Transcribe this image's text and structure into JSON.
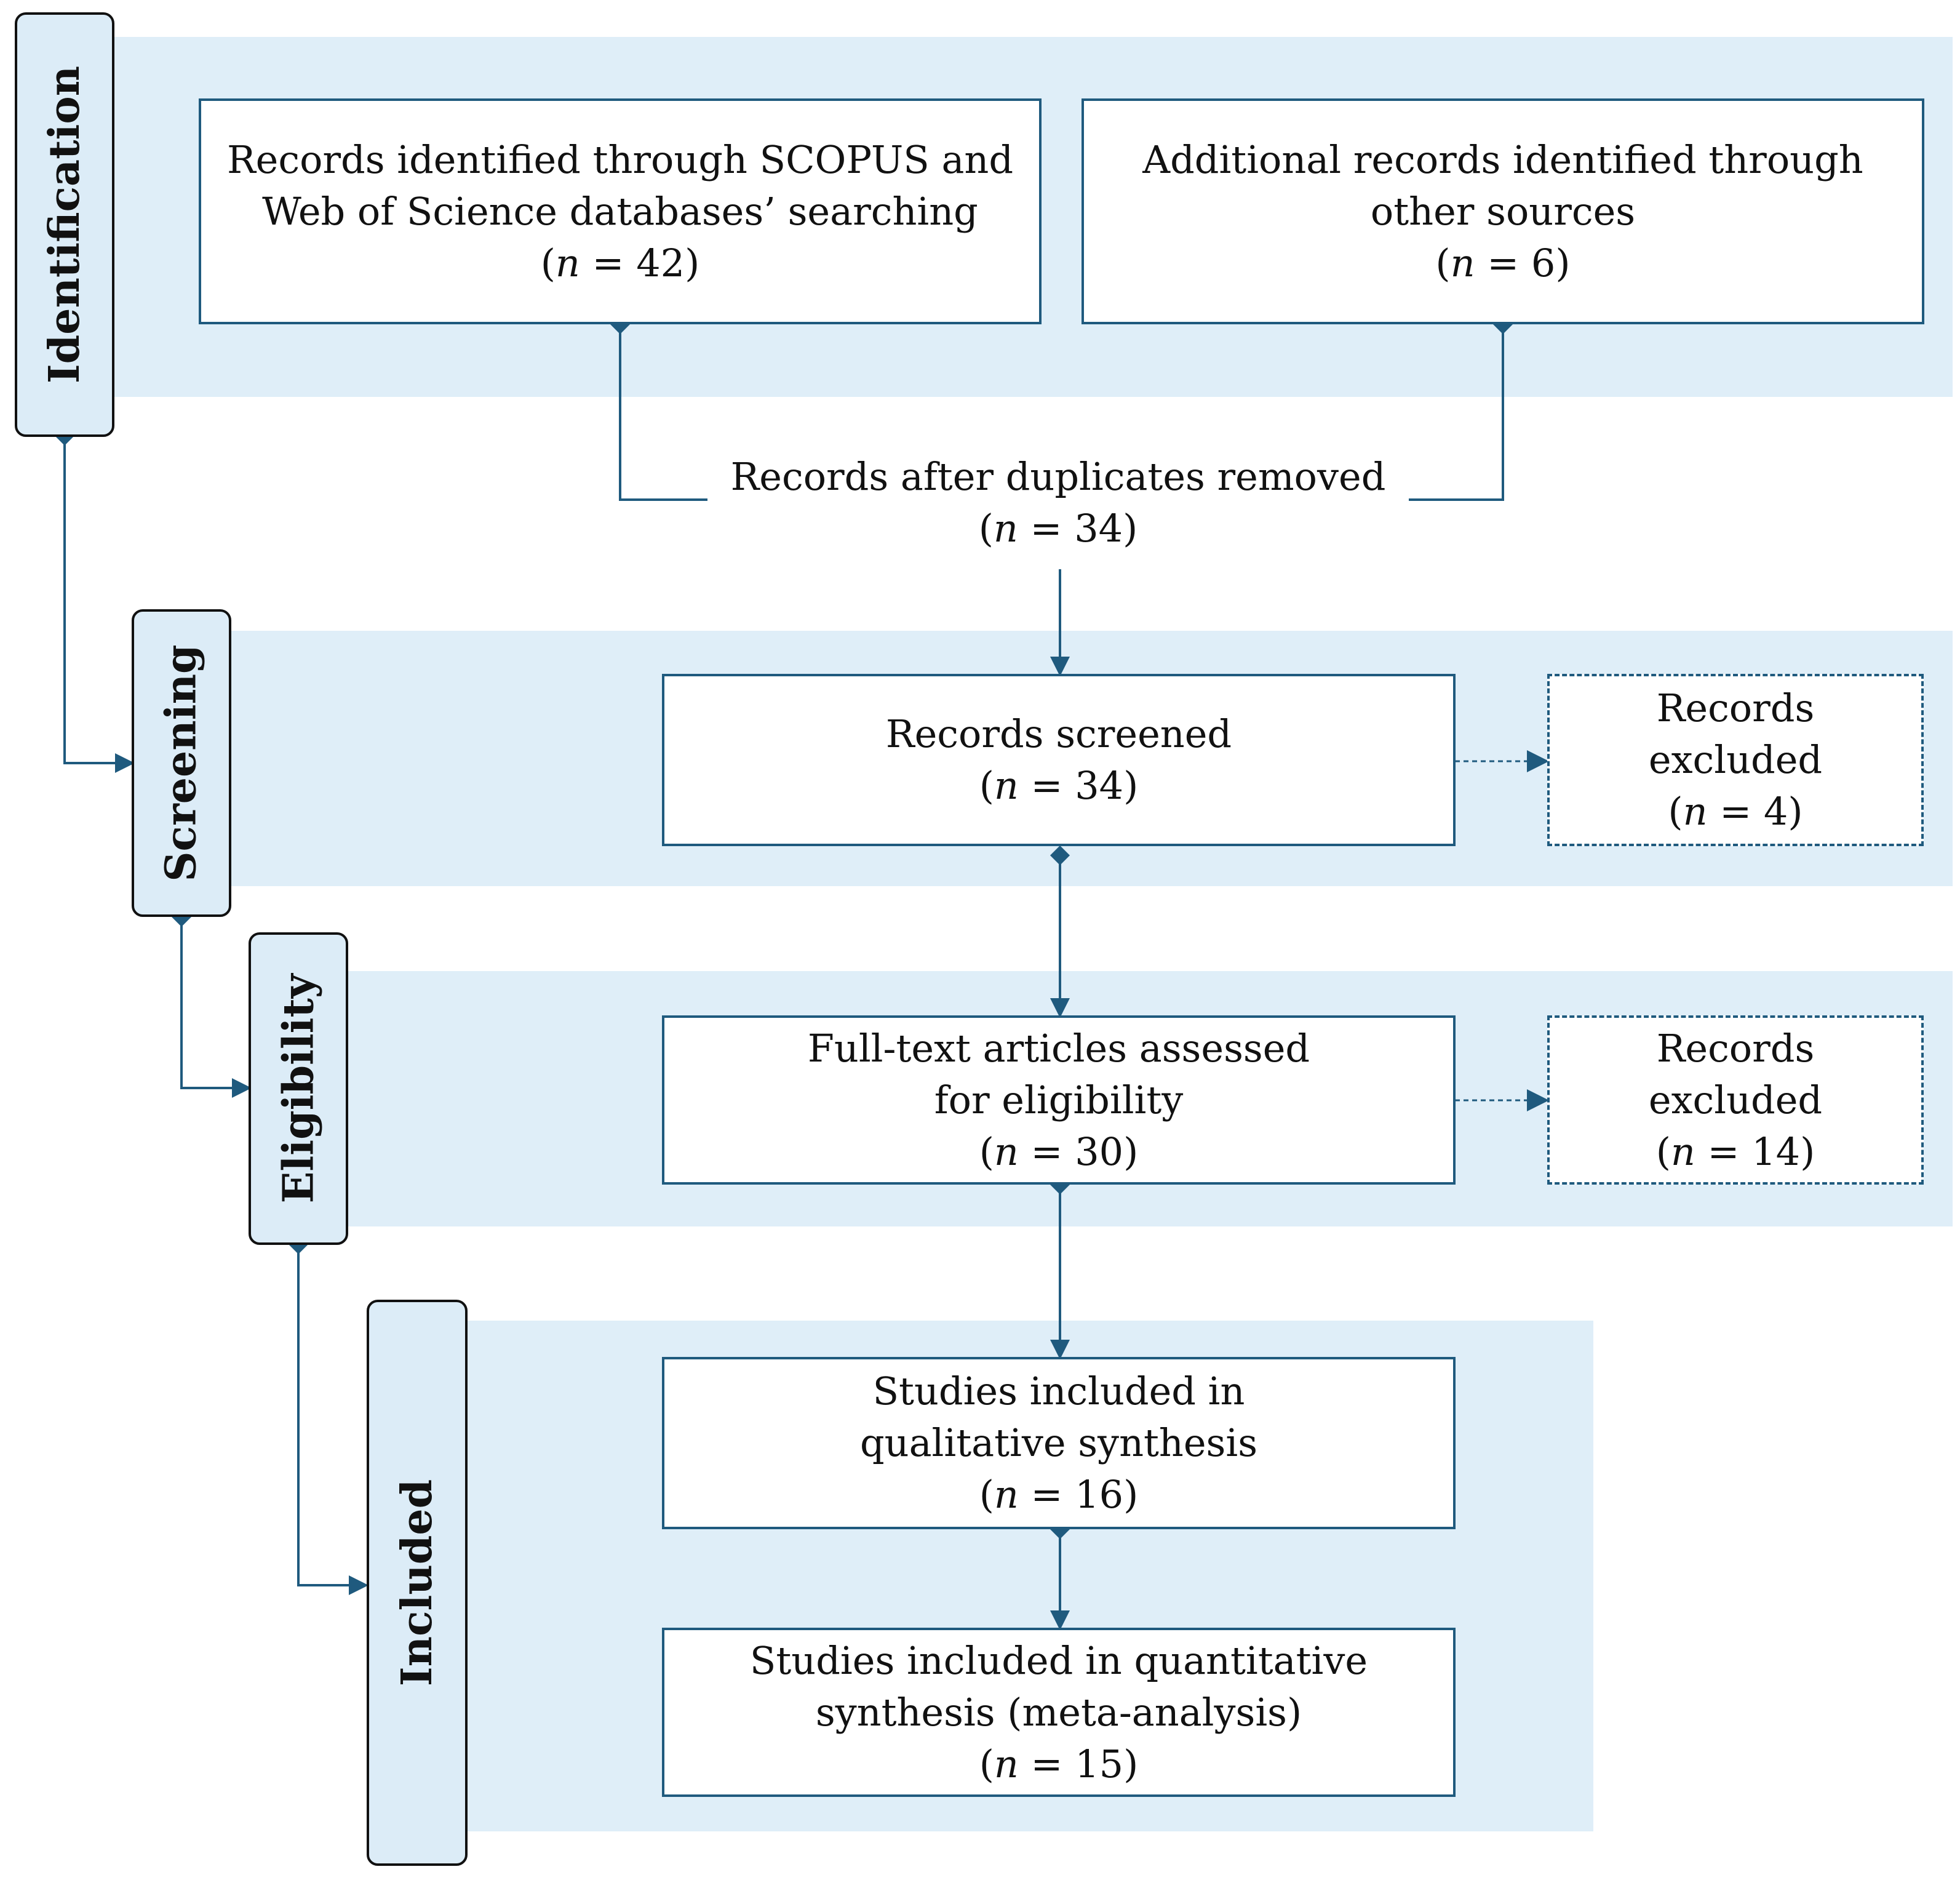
{
  "stages": {
    "identification": "Identification",
    "screening": "Screening",
    "eligibility": "Eligibility",
    "included": "Included"
  },
  "boxes": {
    "db_search": {
      "line1": "Records  identified  through SCOPUS and",
      "line2": "Web of Science databases’ searching",
      "n_symbol": "n",
      "count_text": " = 42"
    },
    "other_sources": {
      "line1": "Additional  records  identified  through",
      "line2": "other sources",
      "n_symbol": "n",
      "count_text": " = 6"
    },
    "after_duplicates": {
      "line1": "Records  after duplicates  removed",
      "n_symbol": "n",
      "count_text": " = 34"
    },
    "screened": {
      "line1": "Records  screened",
      "n_symbol": "n",
      "count_text": " = 34"
    },
    "excluded_screen": {
      "line1": "Records",
      "line2": "excluded",
      "n_symbol": "n",
      "count_text": " = 4"
    },
    "fulltext": {
      "line1": "Full-text  articles  assessed",
      "line2": "for eligibility",
      "n_symbol": "n",
      "count_text": " = 30"
    },
    "excluded_full": {
      "line1": "Records",
      "line2": "excluded",
      "n_symbol": "n",
      "count_text": " = 14"
    },
    "qualitative": {
      "line1": "Studies included  in",
      "line2": "qualitative  synthesis",
      "n_symbol": "n",
      "count_text": " = 16"
    },
    "quantitative": {
      "line1": "Studies included  in quantitative",
      "line2": "synthesis (meta-analysis)",
      "n_symbol": "n",
      "count_text": " = 15"
    }
  },
  "colors": {
    "band": "#dfeef8",
    "line": "#1f5a7e",
    "stage_fill": "#dcecf7"
  }
}
